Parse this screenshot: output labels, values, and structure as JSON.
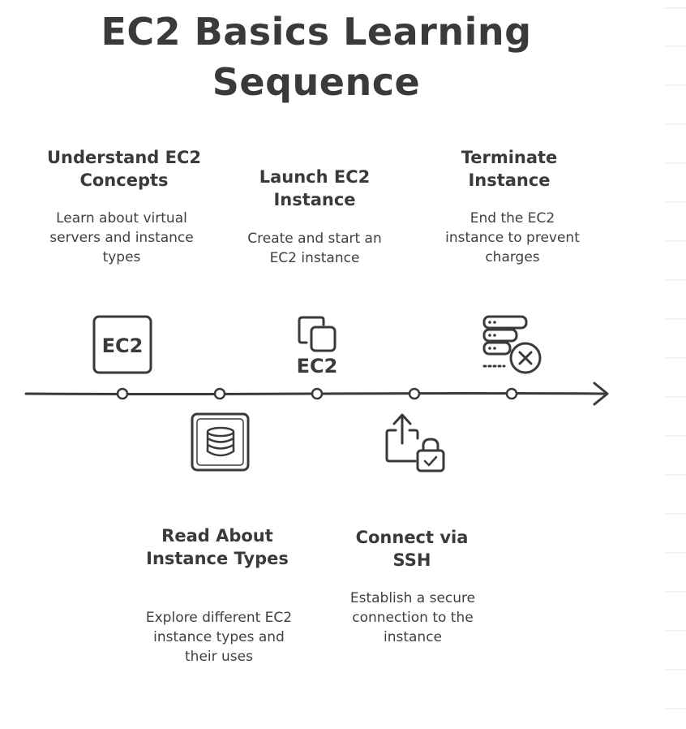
{
  "title": "EC2 Basics Learning Sequence",
  "steps": [
    {
      "title": "Understand EC2 Concepts",
      "description": "Learn about virtual servers and instance types",
      "icon": "ec2-chip-icon"
    },
    {
      "title": "Read About Instance Types",
      "description": "Explore different EC2 instance types and their uses",
      "icon": "database-icon"
    },
    {
      "title": "Launch EC2 Instance",
      "description": "Create and start an EC2 instance",
      "icon": "ec2-copy-icon"
    },
    {
      "title": "Connect via SSH",
      "description": "Establish a secure connection to the instance",
      "icon": "share-lock-icon"
    },
    {
      "title": "Terminate Instance",
      "description": "End the EC2 instance to prevent charges",
      "icon": "server-delete-icon"
    }
  ],
  "icon_labels": {
    "ec2_box": "EC2",
    "ec2_launch": "EC2"
  },
  "colors": {
    "ink": "#3a3a3a",
    "background": "#ffffff"
  }
}
